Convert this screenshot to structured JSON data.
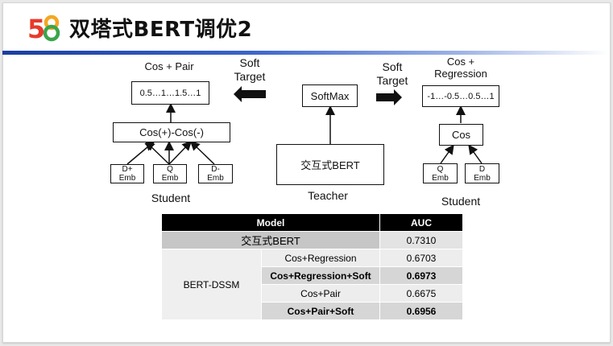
{
  "title": "双塔式BERT调优2",
  "logo_text": "58",
  "colors": {
    "logo_5": "#e8392b",
    "logo_8_a": "#f5a623",
    "logo_8_b": "#3aa54a",
    "header_bar": "#1a3ea1"
  },
  "left": {
    "top_label": "Cos + Pair",
    "output_box": "0.5…1…1.5…1",
    "combine_box": "Cos(+)-Cos(-)",
    "inputs": [
      {
        "line1": "D+",
        "line2": "Emb"
      },
      {
        "line1": "Q",
        "line2": "Emb"
      },
      {
        "line1": "D-",
        "line2": "Emb"
      }
    ],
    "caption": "Student"
  },
  "left_arrow": {
    "line1": "Soft",
    "line2": "Target"
  },
  "center": {
    "softmax": "SoftMax",
    "bert": "交互式BERT",
    "caption": "Teacher"
  },
  "right_arrow": {
    "line1": "Soft",
    "line2": "Target"
  },
  "right": {
    "top_label_line1": "Cos +",
    "top_label_line2": "Regression",
    "output_box": "-1…-0.5…0.5…1",
    "combine_box": "Cos",
    "inputs": [
      {
        "line1": "Q",
        "line2": "Emb"
      },
      {
        "line1": "D",
        "line2": "Emb"
      }
    ],
    "caption": "Student"
  },
  "table": {
    "headers": [
      "Model",
      "AUC"
    ],
    "row_bert": {
      "model": "交互式BERT",
      "auc": "0.7310"
    },
    "group_label": "BERT-DSSM",
    "rows": [
      {
        "model": "Cos+Regression",
        "auc": "0.6703"
      },
      {
        "model": "Cos+Regression+Soft",
        "auc": "0.6973"
      },
      {
        "model": "Cos+Pair",
        "auc": "0.6675"
      },
      {
        "model": "Cos+Pair+Soft",
        "auc": "0.6956"
      }
    ]
  }
}
